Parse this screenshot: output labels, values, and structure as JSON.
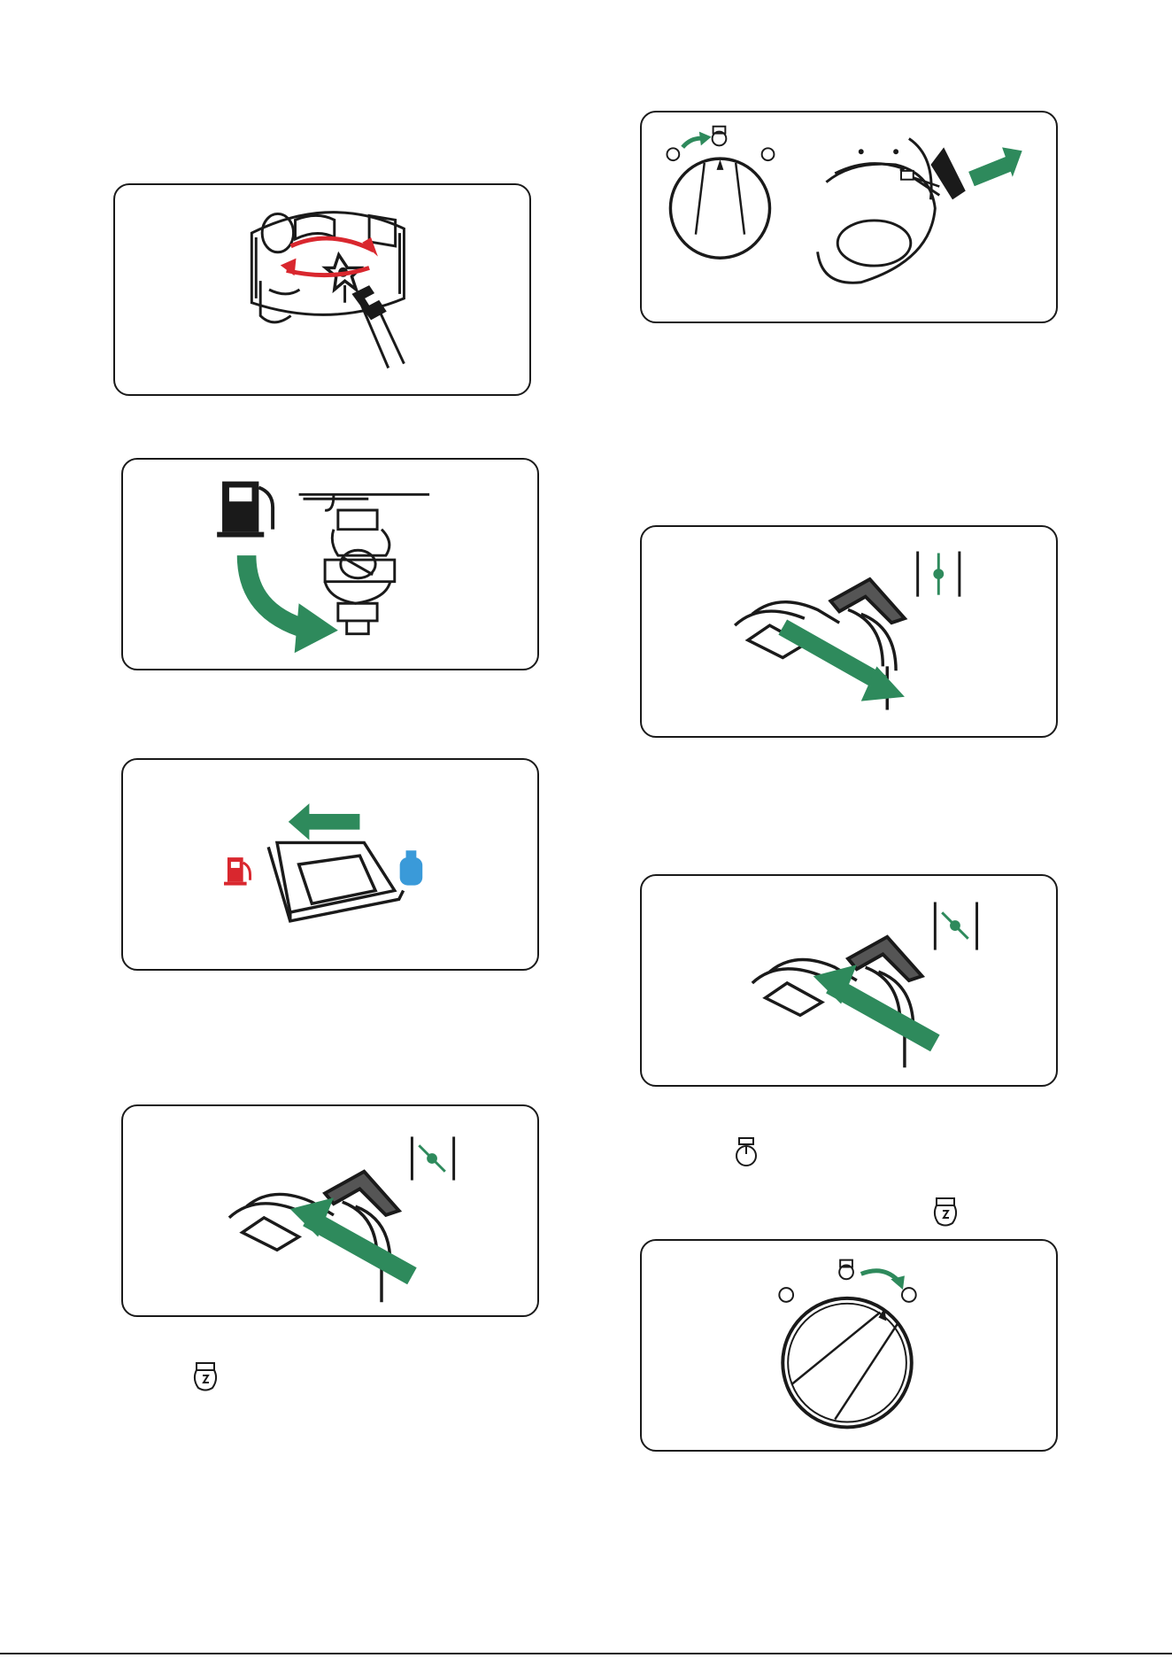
{
  "colors": {
    "green": "#2e8a5c",
    "red": "#d9272e",
    "blue": "#3a9ad9",
    "ink": "#1a1a1a",
    "grey": "#555555"
  },
  "figures": [
    {
      "name": "fig-valve-turn",
      "icon": "valve-rotate-icon"
    },
    {
      "name": "fig-fuel-valve",
      "icon": "fuel-pump-icon"
    },
    {
      "name": "fig-fuel-switch",
      "icon": "fuel-selector-switch-icon"
    },
    {
      "name": "fig-choke-closed-left",
      "icon": "choke-lever-icon"
    },
    {
      "name": "fig-engine-dial-start",
      "icon": "engine-switch-dial-icon"
    },
    {
      "name": "fig-choke-open",
      "icon": "choke-lever-icon"
    },
    {
      "name": "fig-choke-closed-right",
      "icon": "choke-lever-icon"
    },
    {
      "name": "fig-engine-dial-run",
      "icon": "engine-switch-dial-icon"
    }
  ]
}
